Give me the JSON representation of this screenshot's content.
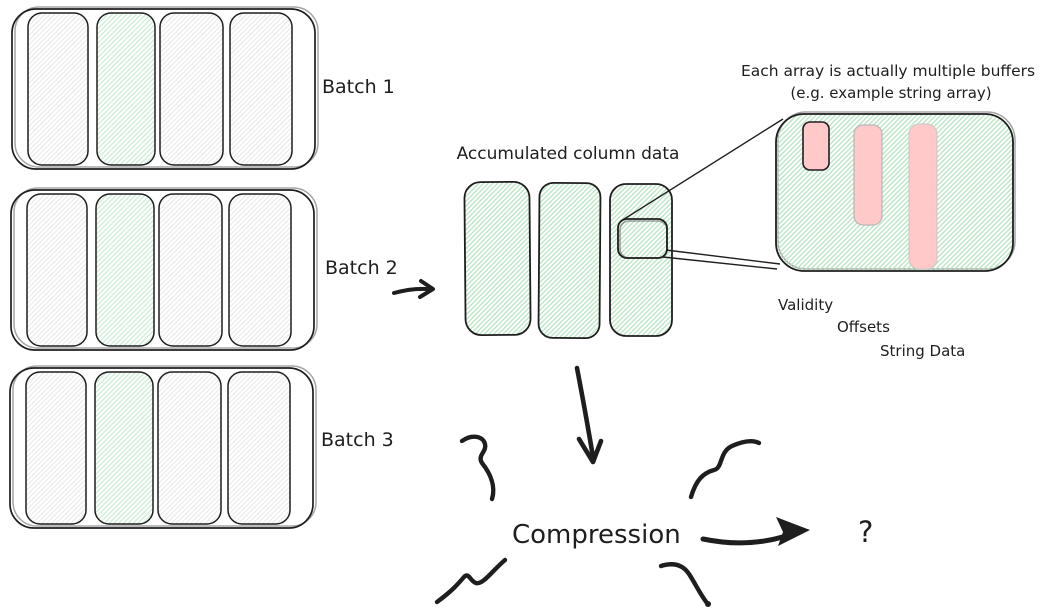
{
  "colors": {
    "ink": "#1e1e1e",
    "green_hatch": "#b7e5c2",
    "green_hatch_dense": "#b6e5c1",
    "green_hatch_light": "#c8ecd3",
    "gray_hatch": "#e8e9e9",
    "pink": "#ffc9c9"
  },
  "batches": {
    "items": [
      {
        "label": "Batch 1"
      },
      {
        "label": "Batch 2"
      },
      {
        "label": "Batch 3"
      }
    ]
  },
  "accumulated": {
    "title": "Accumulated column data"
  },
  "buffers": {
    "caption_line1": "Each array is actually multiple buffers",
    "caption_line2": "(e.g. example string array)",
    "labels": {
      "validity": "Validity",
      "offsets": "Offsets",
      "string_data": "String Data"
    }
  },
  "compression": {
    "label": "Compression"
  },
  "output": {
    "label": "?"
  }
}
